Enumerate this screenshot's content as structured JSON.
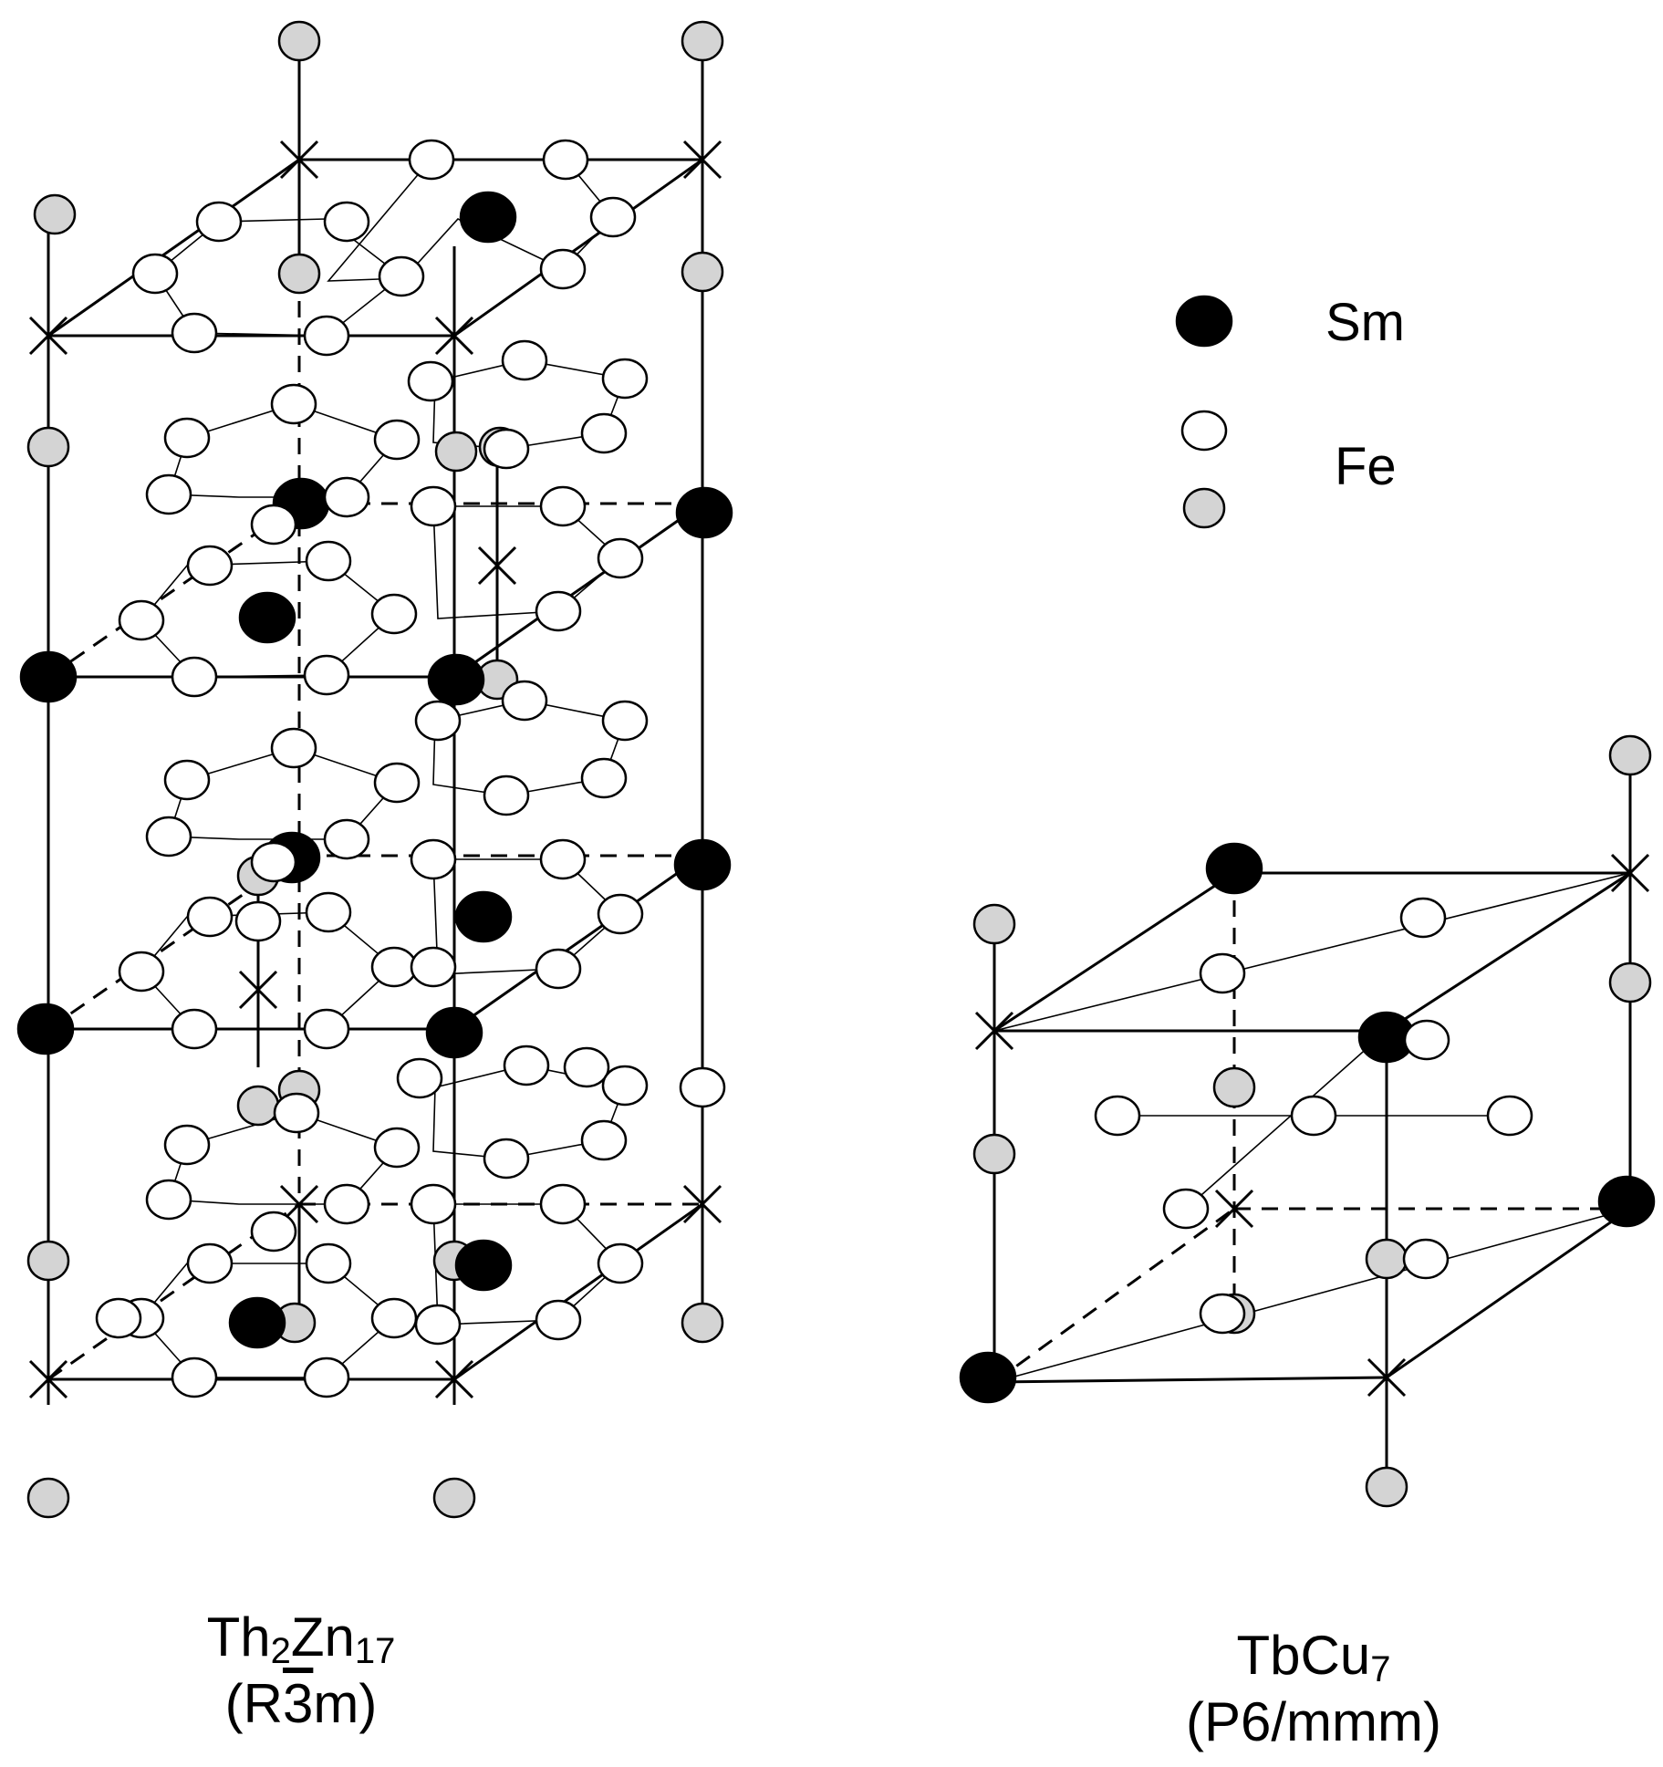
{
  "legend": {
    "sm_label": "Sm",
    "fe_label": "Fe"
  },
  "structures": {
    "left": {
      "formula_parts": [
        "Th",
        "2",
        "Zn",
        "17"
      ],
      "space_group_parts": [
        "(R",
        "3",
        "m)"
      ]
    },
    "right": {
      "formula_parts": [
        "TbCu",
        "7"
      ],
      "space_group": "(P6/mmm)"
    }
  },
  "colors": {
    "sm_fill": "#000000",
    "fe_fill_white": "#ffffff",
    "fe_fill_gray": "#d4d4d4",
    "line": "#000000"
  }
}
